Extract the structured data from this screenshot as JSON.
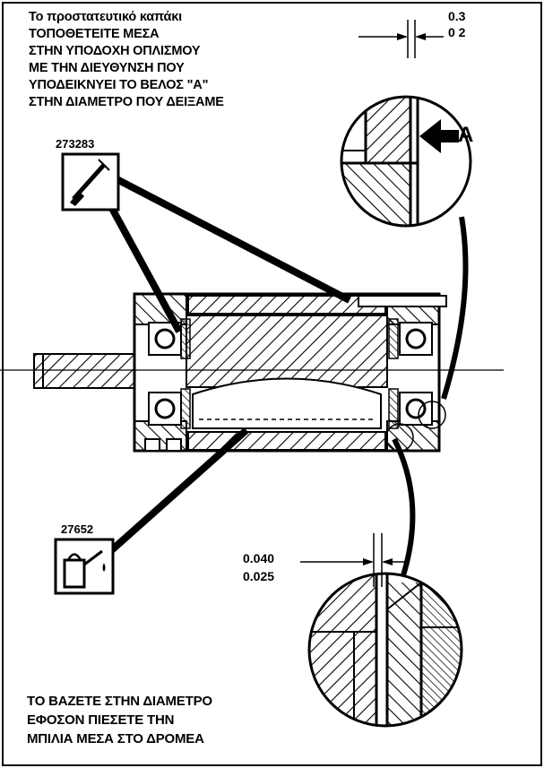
{
  "notes": {
    "top": [
      "Το προστατευτικό καπάκι",
      "ΤΟΠΟΘΕΤΕΙΤΕ  ΜΕΣΑ",
      "ΣΤΗΝ ΥΠΟΔΟΧΗ  ΟΠΛΙΣΜΟΥ",
      "ΜΕ ΤΗΝ  ΔΙΕΥΘΥΝΣΗ ΠΟΥ",
      "ΥΠΟΔΕΙΚΝΥΕΙ ΤΟ ΒΕΛΟΣ \"Α\"",
      "ΣΤΗΝ ΔΙΑΜΕΤΡΟ ΠΟΥ  ΔΕΙΞΑΜΕ"
    ],
    "bottom": [
      "ΤΟ ΒΑΖΕΤΕ ΣΤΗΝ ΔΙΑΜΕΤΡΟ",
      "ΕΦΟΣΟΝ ΠΙΕΣΕΤΕ ΤΗΝ",
      "ΜΠΙΛΙΑ ΜΕΣΑ ΣΤΟ ΔΡΟΜΕΑ"
    ]
  },
  "references": {
    "top": "273283",
    "bottom": "27652"
  },
  "dimensions": {
    "top": [
      "0.3",
      "0 2"
    ],
    "bottom": [
      "0.040",
      "0.025"
    ]
  },
  "arrow_label": "A",
  "icons": {
    "top_box": "brush-tool-icon",
    "bottom_box": "oil-can-icon"
  }
}
